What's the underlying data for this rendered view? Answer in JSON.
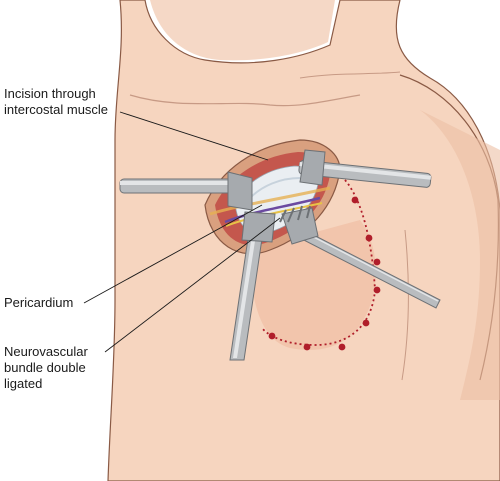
{
  "labels": {
    "incision": "Incision through\nintercostal muscle",
    "pericardium": "Pericardium",
    "neurovascular": "Neurovascular\nbundle double\nligated"
  },
  "colors": {
    "skin": "#f6d5bf",
    "skin_shadow": "#e9b79b",
    "outline": "#8a5a45",
    "retractor_metal": "#b9bcbf",
    "incision_tissue": "#d36b5e",
    "suture_dots": "#b01e2a"
  }
}
